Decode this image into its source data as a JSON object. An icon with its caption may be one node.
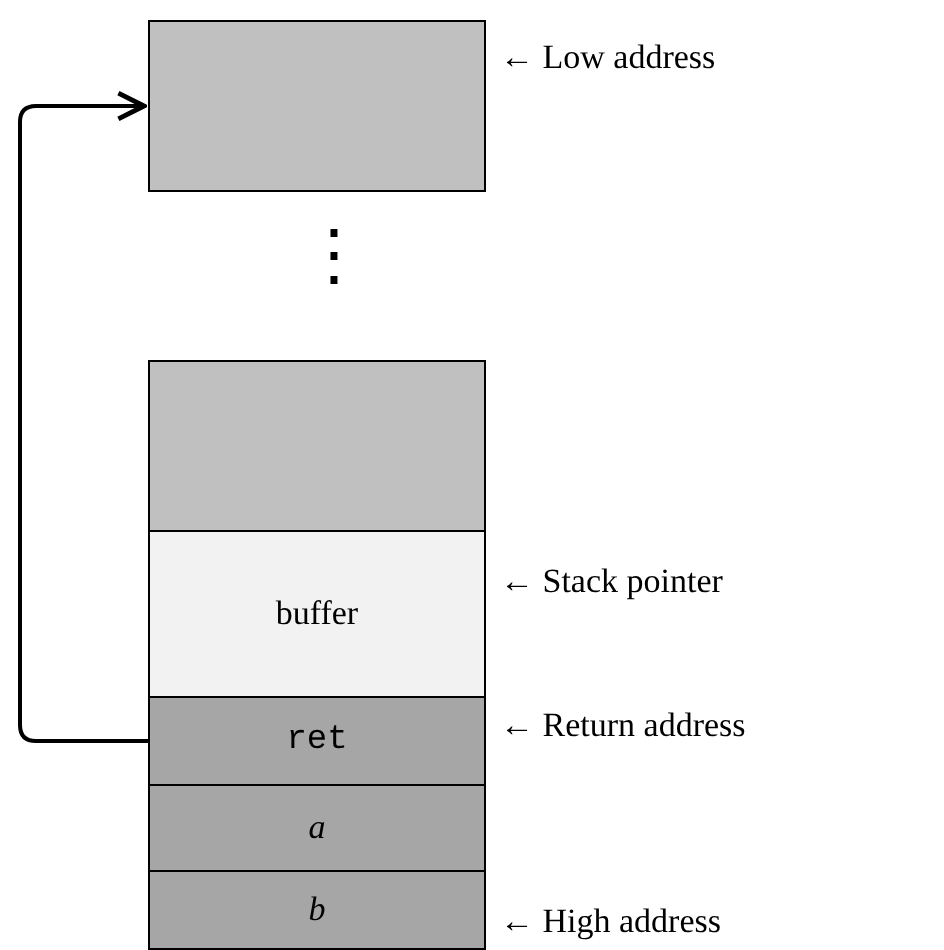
{
  "diagram": {
    "nodes": [
      {
        "text": [],
        "shape": "box"
      },
      {
        "text": [],
        "shape": "box"
      },
      {
        "text": [
          "buffer"
        ]
      },
      {
        "text": [
          "ret"
        ]
      },
      {
        "text": [
          "a"
        ]
      },
      {
        "text": [
          "b"
        ]
      }
    ],
    "edges": [
      {
        "from": 3,
        "to": 0,
        "arrow": "to"
      }
    ],
    "labels": [
      "← Low address",
      "⋮",
      "← Stack pointer",
      "← Return address",
      "← High address"
    ]
  }
}
